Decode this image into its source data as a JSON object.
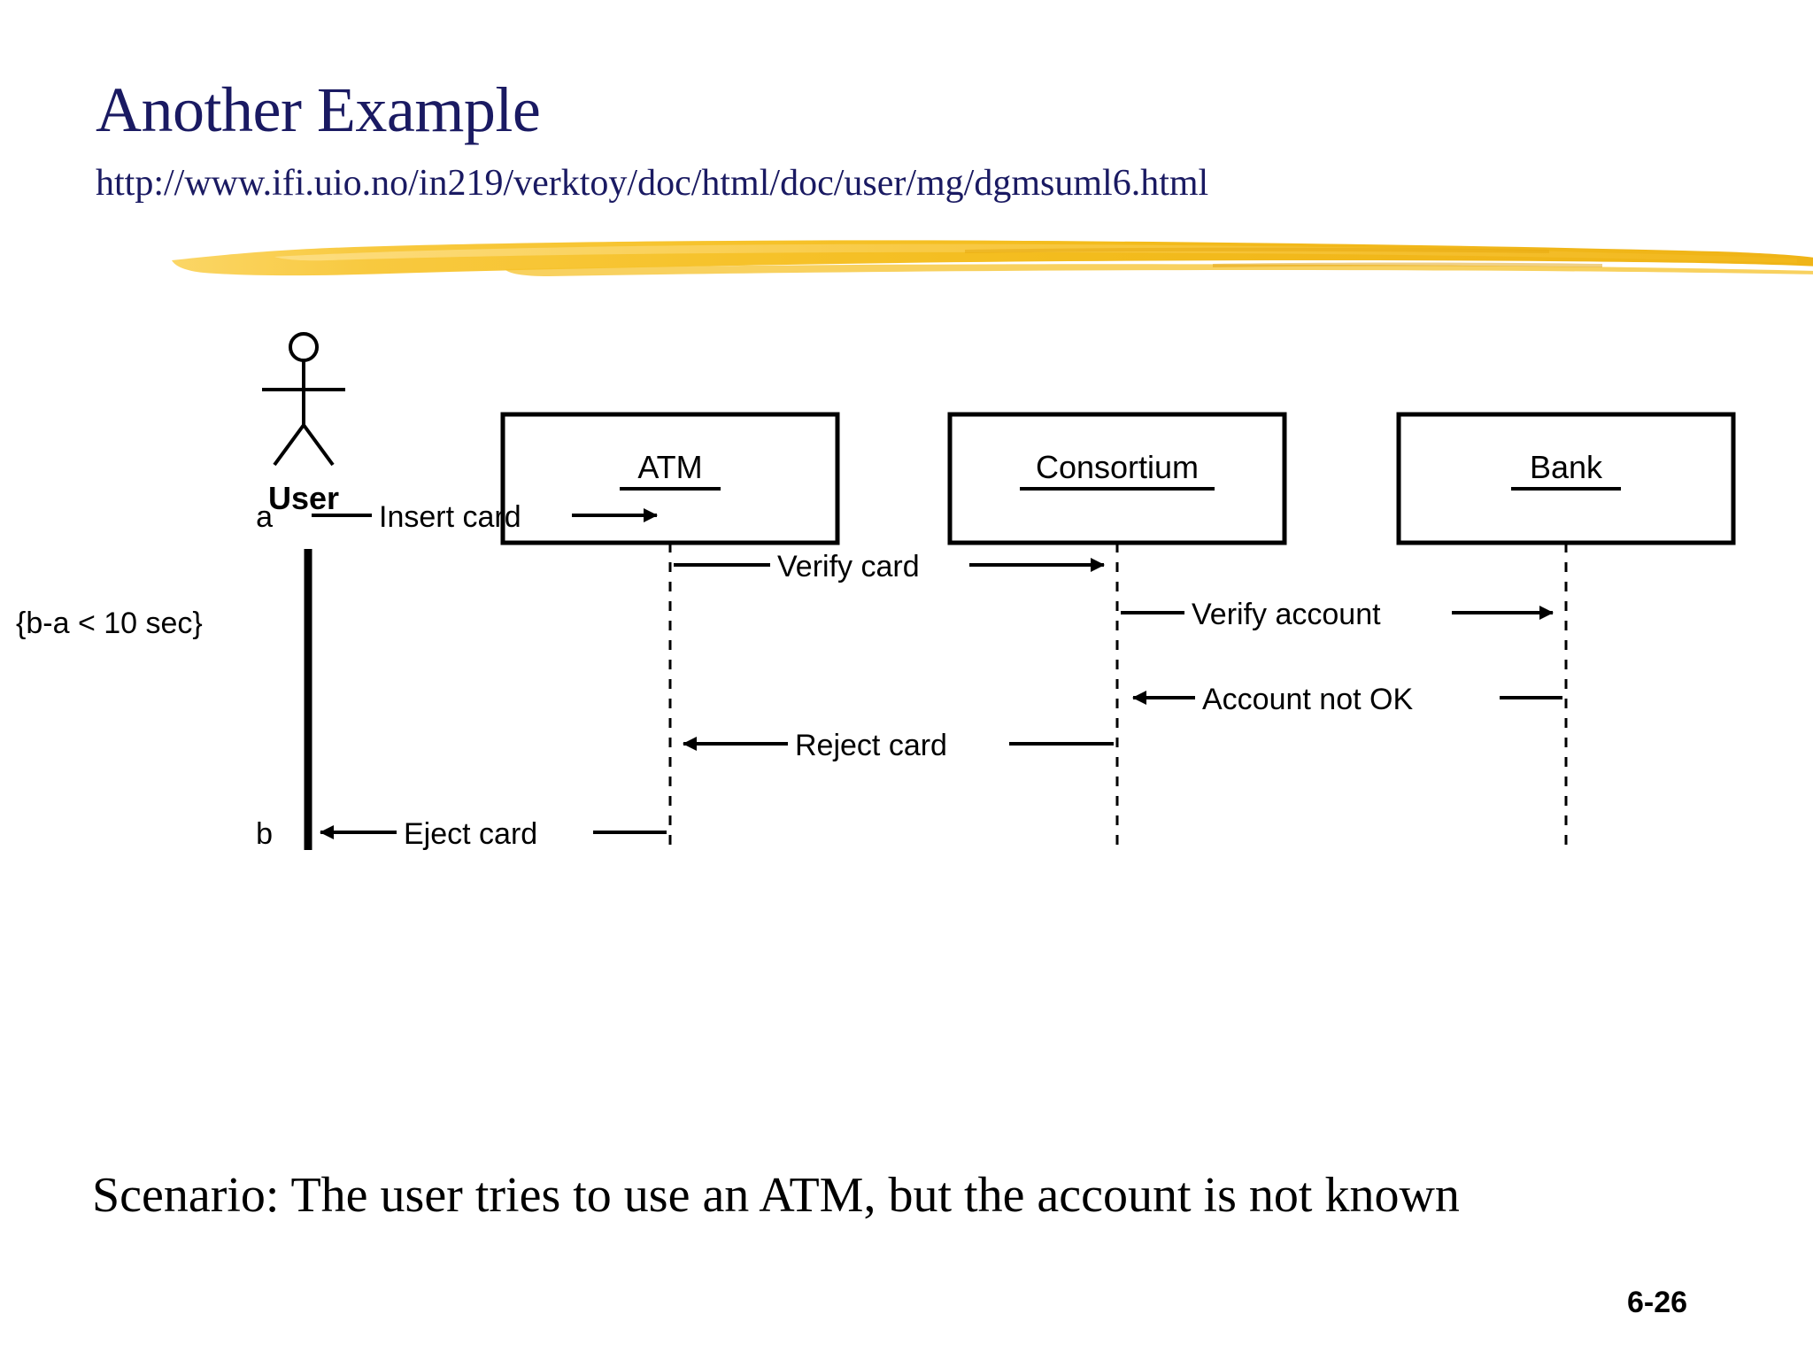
{
  "slide": {
    "title": "Another Example",
    "url": "http://www.ifi.uio.no/in219/verktoy/doc/html/doc/user/mg/dgmsuml6.html",
    "caption": "Scenario: The user tries to use an ATM, but the account is not known",
    "page_number": "6-26",
    "title_color": "#1a1a62",
    "accent_color": "#f5c133",
    "line_color": "#000000"
  },
  "diagram": {
    "type": "uml-sequence-diagram",
    "actor": {
      "name": "User",
      "label": "User"
    },
    "objects": [
      {
        "id": "atm",
        "label": "ATM"
      },
      {
        "id": "consortium",
        "label": "Consortium"
      },
      {
        "id": "bank",
        "label": "Bank"
      }
    ],
    "time_marks": [
      {
        "id": "a",
        "label": "a"
      },
      {
        "id": "b",
        "label": "b"
      }
    ],
    "constraint": "{b-a < 10 sec}",
    "messages": [
      {
        "seq": 1,
        "label": "Insert card",
        "from": "User",
        "to": "ATM",
        "direction": "right"
      },
      {
        "seq": 2,
        "label": "Verify card",
        "from": "ATM",
        "to": "Consortium",
        "direction": "right"
      },
      {
        "seq": 3,
        "label": "Verify account",
        "from": "Consortium",
        "to": "Bank",
        "direction": "right"
      },
      {
        "seq": 4,
        "label": "Account not OK",
        "from": "Bank",
        "to": "Consortium",
        "direction": "left"
      },
      {
        "seq": 5,
        "label": "Reject card",
        "from": "Consortium",
        "to": "ATM",
        "direction": "left"
      },
      {
        "seq": 6,
        "label": "Eject card",
        "from": "ATM",
        "to": "User",
        "direction": "left"
      }
    ]
  }
}
